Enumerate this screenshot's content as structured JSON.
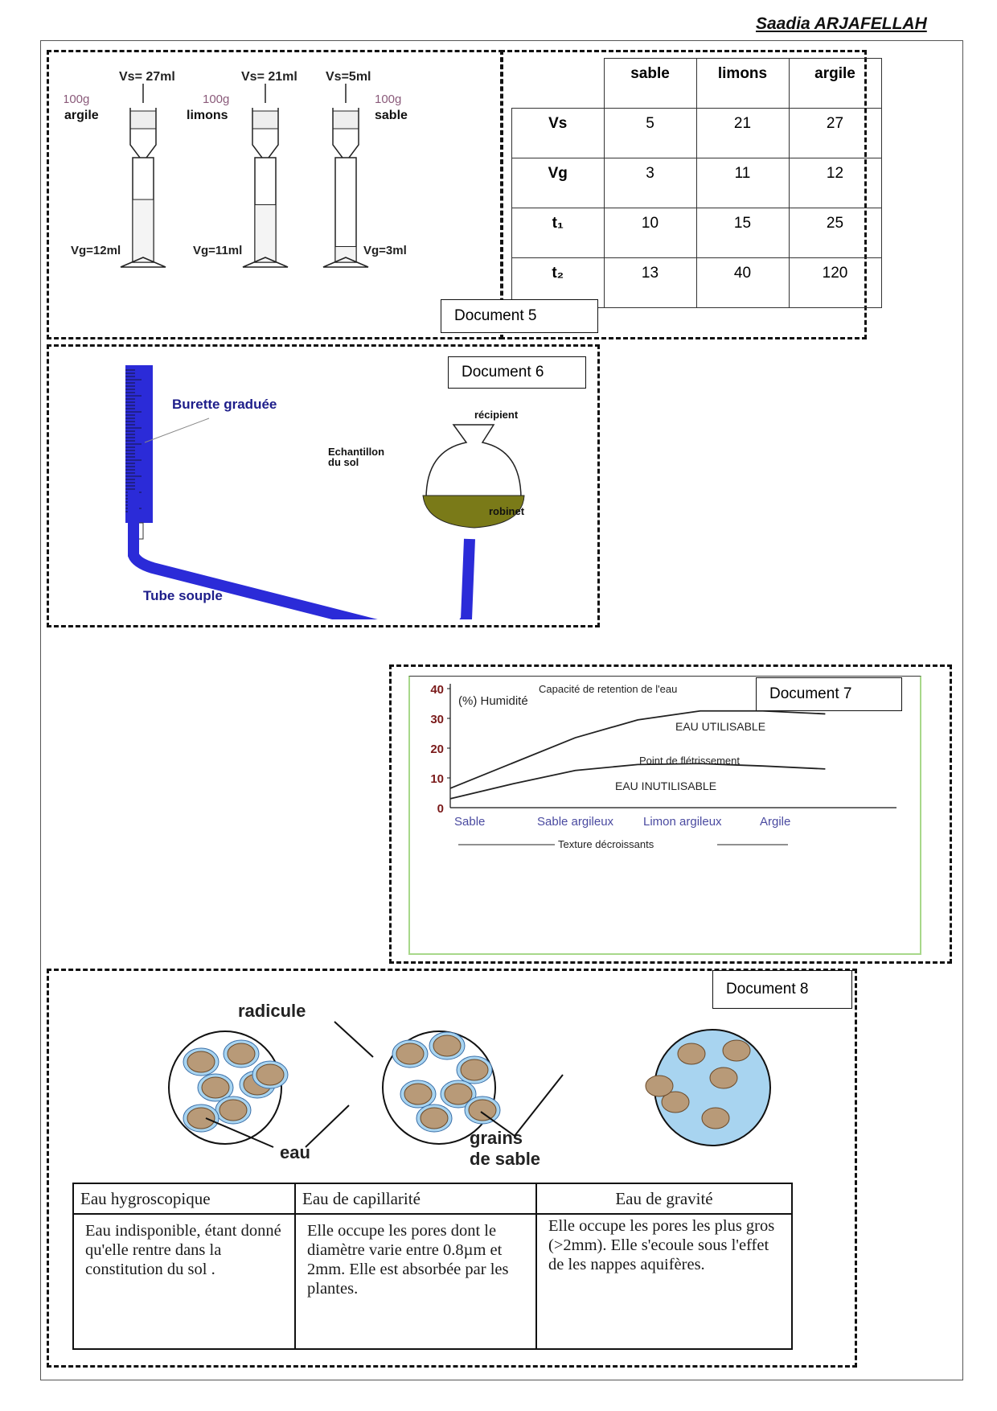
{
  "header": {
    "author": "Saadia ARJAFELLAH"
  },
  "doc5": {
    "label": "Document  5",
    "cylinders": [
      {
        "vs": "Vs= 27ml",
        "mass": "100g",
        "soil": "argile",
        "vg": "Vg=12ml",
        "fill": 12
      },
      {
        "vs": "Vs= 21ml",
        "mass": "100g",
        "soil": "limons",
        "vg": "Vg=11ml",
        "fill": 11
      },
      {
        "vs": "Vs=5ml",
        "mass": "100g",
        "soil": "sable",
        "vg": "Vg=3ml",
        "fill": 3
      }
    ],
    "table": {
      "columns": [
        "sable",
        "limons",
        "argile"
      ],
      "rows": [
        {
          "label": "Vs",
          "values": [
            "5",
            "21",
            "27"
          ]
        },
        {
          "label": "Vg",
          "values": [
            "3",
            "11",
            "12"
          ]
        },
        {
          "label": "t₁",
          "values": [
            "10",
            "15",
            "25"
          ]
        },
        {
          "label": "t₂",
          "values": [
            "13",
            "40",
            "120"
          ]
        }
      ]
    }
  },
  "doc6": {
    "label": "Document 6",
    "burette": "Burette graduée",
    "tube": "Tube souple",
    "recipient": "récipient",
    "sample_l1": "Echantillon",
    "sample_l2": "du sol",
    "valve": "robinet"
  },
  "doc7": {
    "label": "Document 7",
    "chart_data": {
      "type": "line",
      "title": "",
      "ylabel": "(%) Humidité",
      "xlabel": "Texture décroissants",
      "ylim": [
        0,
        40
      ],
      "yticks": [
        "0",
        "10",
        "20",
        "30",
        "40"
      ],
      "categories": [
        "Sable",
        "Sable argileux",
        "Limon argileux",
        "Argile"
      ],
      "x": [
        0,
        1,
        2,
        3,
        4,
        5,
        6
      ],
      "series": [
        {
          "name": "Capacité de retention de l'eau",
          "values": [
            6.5,
            15,
            23.5,
            29.5,
            32.5,
            32.5,
            31.5
          ]
        },
        {
          "name": "Point de flétrissement",
          "values": [
            3,
            8,
            12.5,
            14.5,
            14.8,
            14,
            13
          ]
        }
      ],
      "annotations": [
        "EAU  UTILISABLE",
        "EAU INUTILISABLE"
      ],
      "grid": false
    }
  },
  "doc8": {
    "label": "Document 8",
    "labels": {
      "radicule": "radicule",
      "eau": "eau",
      "grains_l1": "grains",
      "grains_l2": "de sable"
    },
    "table": {
      "headers": [
        "Eau hygroscopique",
        "Eau de capillarité",
        "Eau de gravité"
      ],
      "cells": [
        "Eau indisponible, étant donné qu'elle rentre dans la constitution du sol .",
        "Elle occupe les pores dont le diamètre varie entre 0.8µm et 2mm. Elle est absorbée par les plantes.",
        "Elle occupe les pores les plus gros (>2mm). Elle s'ecoule sous l'effet de les nappes aquifères."
      ]
    }
  }
}
